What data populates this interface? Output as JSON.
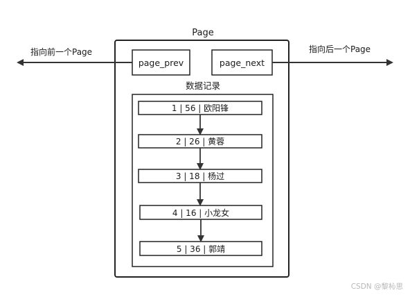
{
  "page_title": "Page",
  "prev_box_label": "page_prev",
  "next_box_label": "page_next",
  "prev_arrow_label": "指向前一个Page",
  "next_arrow_label": "指向后一个Page",
  "records_title": "数据记录",
  "records": [
    "1 | 56 | 欧阳锋",
    "2 | 26 | 黄蓉",
    "3 | 18 | 杨过",
    "4 | 16 | 小龙女",
    "5 | 36 | 郭靖"
  ],
  "watermark": "CSDN @黎杺思"
}
